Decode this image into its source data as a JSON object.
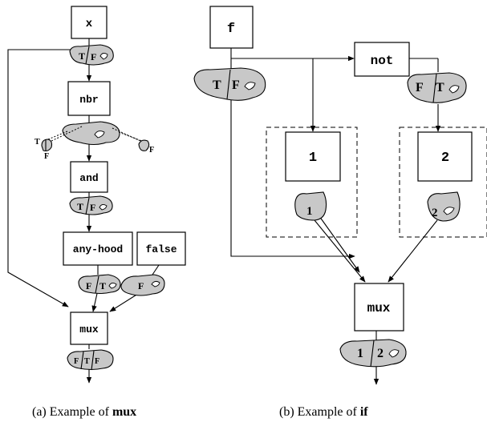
{
  "panel_a": {
    "nodes": {
      "x": "x",
      "nbr": "nbr",
      "and": "and",
      "any_hood": "any-hood",
      "false": "false",
      "mux": "mux"
    },
    "labels": {
      "x_T": "T",
      "x_F": "F",
      "nbr_T": "T",
      "nbr_F": "F",
      "nbr_F2": "F",
      "and_T": "T",
      "and_F": "F",
      "anyhood_F": "F",
      "anyhood_T": "T",
      "false_F": "F",
      "mux_F": "F",
      "mux_T": "T",
      "mux_F2": "F"
    },
    "caption_prefix": "(a)  Example of ",
    "caption_bold": "mux"
  },
  "panel_b": {
    "nodes": {
      "f": "f",
      "not": "not",
      "one": "1",
      "two": "2",
      "mux": "mux"
    },
    "labels": {
      "f_T": "T",
      "f_F": "F",
      "not_F": "F",
      "not_T": "T",
      "one_out": "1",
      "two_out": "2",
      "mux_1": "1",
      "mux_2": "2"
    },
    "caption_prefix": "(b)  Example of ",
    "caption_bold": "if"
  }
}
